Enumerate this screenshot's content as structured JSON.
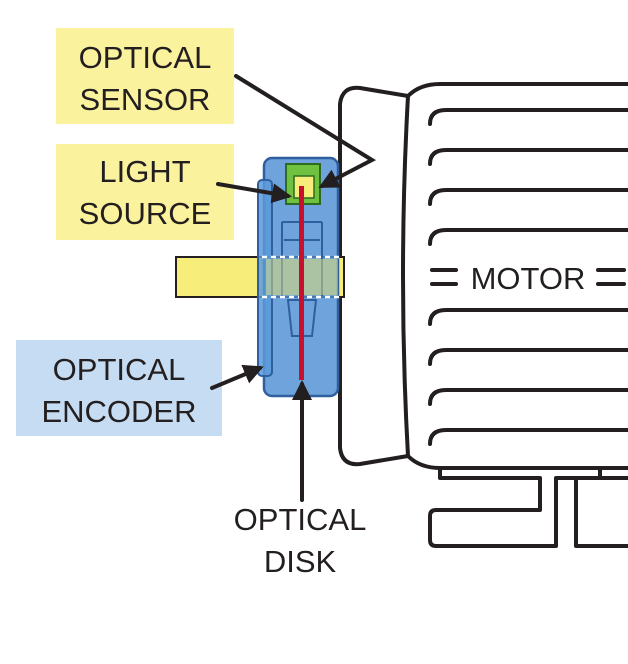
{
  "labels": {
    "optical_sensor": [
      "OPTICAL",
      "SENSOR"
    ],
    "light_source": [
      "LIGHT",
      "SOURCE"
    ],
    "optical_encoder": [
      "OPTICAL",
      "ENCODER"
    ],
    "optical_disk": [
      "OPTICAL",
      "DISK"
    ],
    "motor": "MOTOR"
  },
  "colors": {
    "sensor_label_bg": "#fbf29e",
    "encoder_label_bg": "#c6dcf2",
    "encoder_body": "#4f8fd3",
    "encoder_outline": "#2f5f9f",
    "shaft": "#f6ed7a",
    "disk": "#c8102e",
    "sensor_green": "#6fc13f",
    "line": "#231f20"
  }
}
